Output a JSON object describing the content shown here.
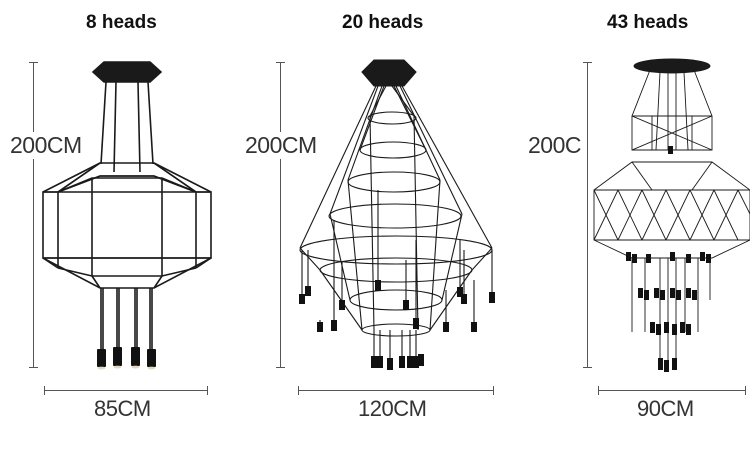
{
  "products": [
    {
      "heads": "8 heads",
      "height": "200CM",
      "width": "85CM"
    },
    {
      "heads": "20 heads",
      "height": "200CM",
      "width": "120CM"
    },
    {
      "heads": "43 heads",
      "height": "200C",
      "width": "90CM"
    }
  ],
  "colors": {
    "wire": "#1a1a1a",
    "text": "#333333",
    "dimension_line": "#555555"
  }
}
